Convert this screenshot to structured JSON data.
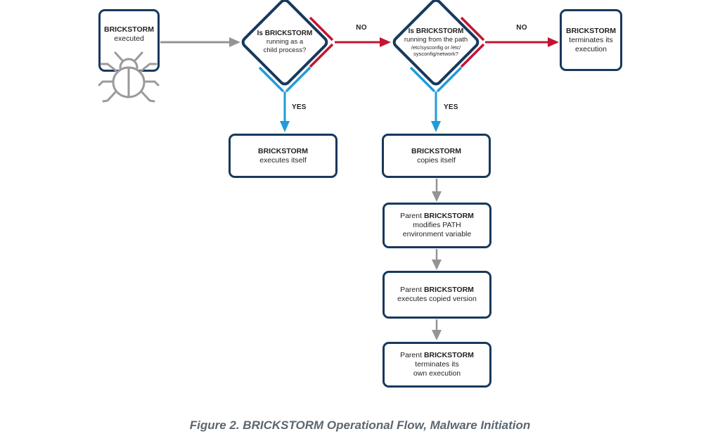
{
  "figure": {
    "caption": "Figure 2. BRICKSTORM Operational Flow, Malware Initiation"
  },
  "nodes": {
    "executed": {
      "bold": "BRICKSTORM",
      "line2": "executed"
    },
    "decision_child": {
      "line1": "Is BRICKSTORM",
      "line2": "running as a",
      "line3": "child process?"
    },
    "decision_path": {
      "line1": "Is BRICKSTORM",
      "line2": "running from the path",
      "small1": "/etc/sysconfig or /etc/",
      "small2": "sysconfig/network?"
    },
    "terminates": {
      "bold": "BRICKSTORM",
      "line2": "terminates its",
      "line3": "execution"
    },
    "executes_itself": {
      "bold": "BRICKSTORM",
      "line2": "executes itself"
    },
    "copies_itself": {
      "bold": "BRICKSTORM",
      "line2": "copies itself"
    },
    "modifies_path": {
      "prefix": "Parent ",
      "bold": "BRICKSTORM",
      "line2": "modifies PATH",
      "line3": "environment variable"
    },
    "executes_copy": {
      "prefix": "Parent ",
      "bold": "BRICKSTORM",
      "line2": "executes copied version"
    },
    "terminates_own": {
      "prefix": "Parent ",
      "bold": "BRICKSTORM",
      "line2": "terminates its",
      "line3": "own execution"
    }
  },
  "edge_labels": {
    "no1": "NO",
    "no2": "NO",
    "yes1": "YES",
    "yes2": "YES"
  },
  "icons": {
    "bug": "bug-icon"
  },
  "colors": {
    "navy": "#17395c",
    "red": "#c41431",
    "blue": "#209bd8",
    "arrow_gray": "#949494",
    "text": "#231f20",
    "caption": "#5c6770"
  }
}
